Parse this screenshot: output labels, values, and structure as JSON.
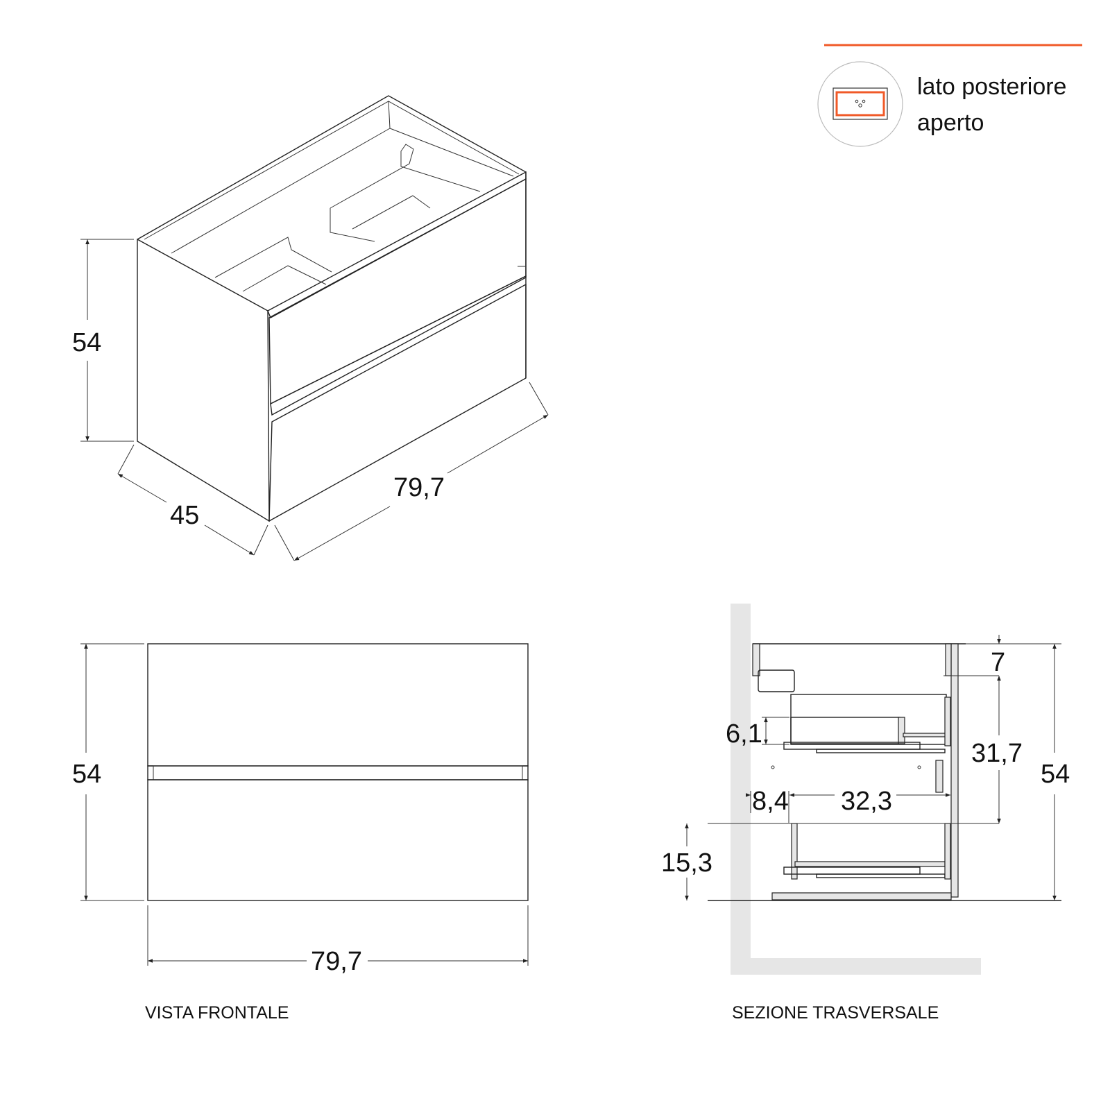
{
  "legend": {
    "line1": "lato posteriore",
    "line2": "aperto",
    "accent_color": "#f05a28"
  },
  "isometric_view": {
    "height": "54",
    "depth": "45",
    "width": "79,7"
  },
  "front_view": {
    "caption": "VISTA FRONTALE",
    "height": "54",
    "width": "79,7"
  },
  "section_view": {
    "caption": "SEZIONE TRASVERSALE",
    "top_gap": "7",
    "upper_drawer_height": "6,1",
    "drawer_spacing": "31,7",
    "total_height": "54",
    "wall_offset": "8,4",
    "drawer_depth": "32,3",
    "lower_drawer_height": "15,3"
  }
}
